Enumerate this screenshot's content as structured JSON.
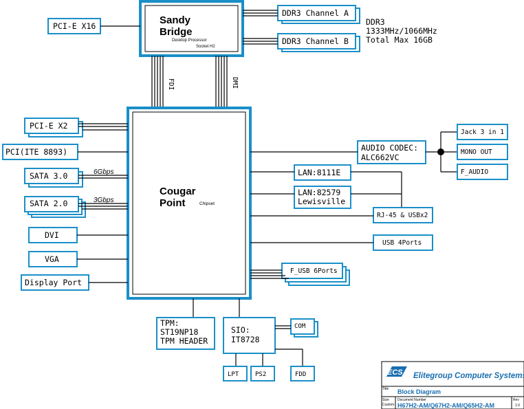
{
  "colors": {
    "box_border": "#1a8fc9",
    "wire": "#000000",
    "title_text": "#1a6fb0",
    "logo": "#1a6fb0"
  },
  "cpu": {
    "name_line1": "Sandy",
    "name_line2": "Bridge",
    "sub1": "Desktop Processor",
    "sub2": "Socket H2"
  },
  "pch": {
    "name_line1": "Cougar",
    "name_line2": "Point",
    "sub": "Chipset"
  },
  "links": {
    "fdi": "FDI",
    "dmi": "DMI"
  },
  "memory": {
    "channel_a": "DDR3 Channel A",
    "channel_b": "DDR3 Channel B",
    "note_line1": "DDR3",
    "note_line2": "1333MHz/1066MHz",
    "note_line3": "Total Max 16GB"
  },
  "left": {
    "pcie_x16": "PCI-E X16",
    "pcie_x2": "PCI-E X2",
    "pci": "PCI(ITE 8893)",
    "sata3": "SATA 3.0",
    "sata3_speed": "6Gbps",
    "sata2": "SATA 2.0",
    "sata2_speed": "3Gbps",
    "dvi": "DVI",
    "vga": "VGA",
    "displayport": "Display Port"
  },
  "right": {
    "audio_line1": "AUDIO CODEC:",
    "audio_line2": "ALC662VC",
    "jack": "Jack 3 in 1",
    "mono_out": "MONO OUT",
    "f_audio": "F_AUDIO",
    "lan1": "LAN:8111E",
    "lan2_line1": "LAN:82579",
    "lan2_line2": "Lewisville",
    "rj45": "RJ-45 & USBx2",
    "usb4": "USB 4Ports",
    "fusb": "F_USB 6Ports"
  },
  "bottom": {
    "tpm_line1": "TPM:",
    "tpm_line2": "ST19NP18",
    "tpm_line3": "TPM HEADER",
    "sio_line1": "SIO:",
    "sio_line2": "IT8728",
    "com": "COM",
    "lpt": "LPT",
    "ps2": "PS2",
    "fdd": "FDD"
  },
  "title_block": {
    "logo": "ECS",
    "company": "Elitegroup Computer Systems",
    "title_label": "Title",
    "title": "Block Diagram",
    "size_label": "Size",
    "custom_label": "Custom",
    "docnum_label": "Document Number",
    "docnum": "H67H2-AM/Q67H2-AM/Q65H2-AM",
    "rev_label": "Rev",
    "rev": "1.0"
  }
}
